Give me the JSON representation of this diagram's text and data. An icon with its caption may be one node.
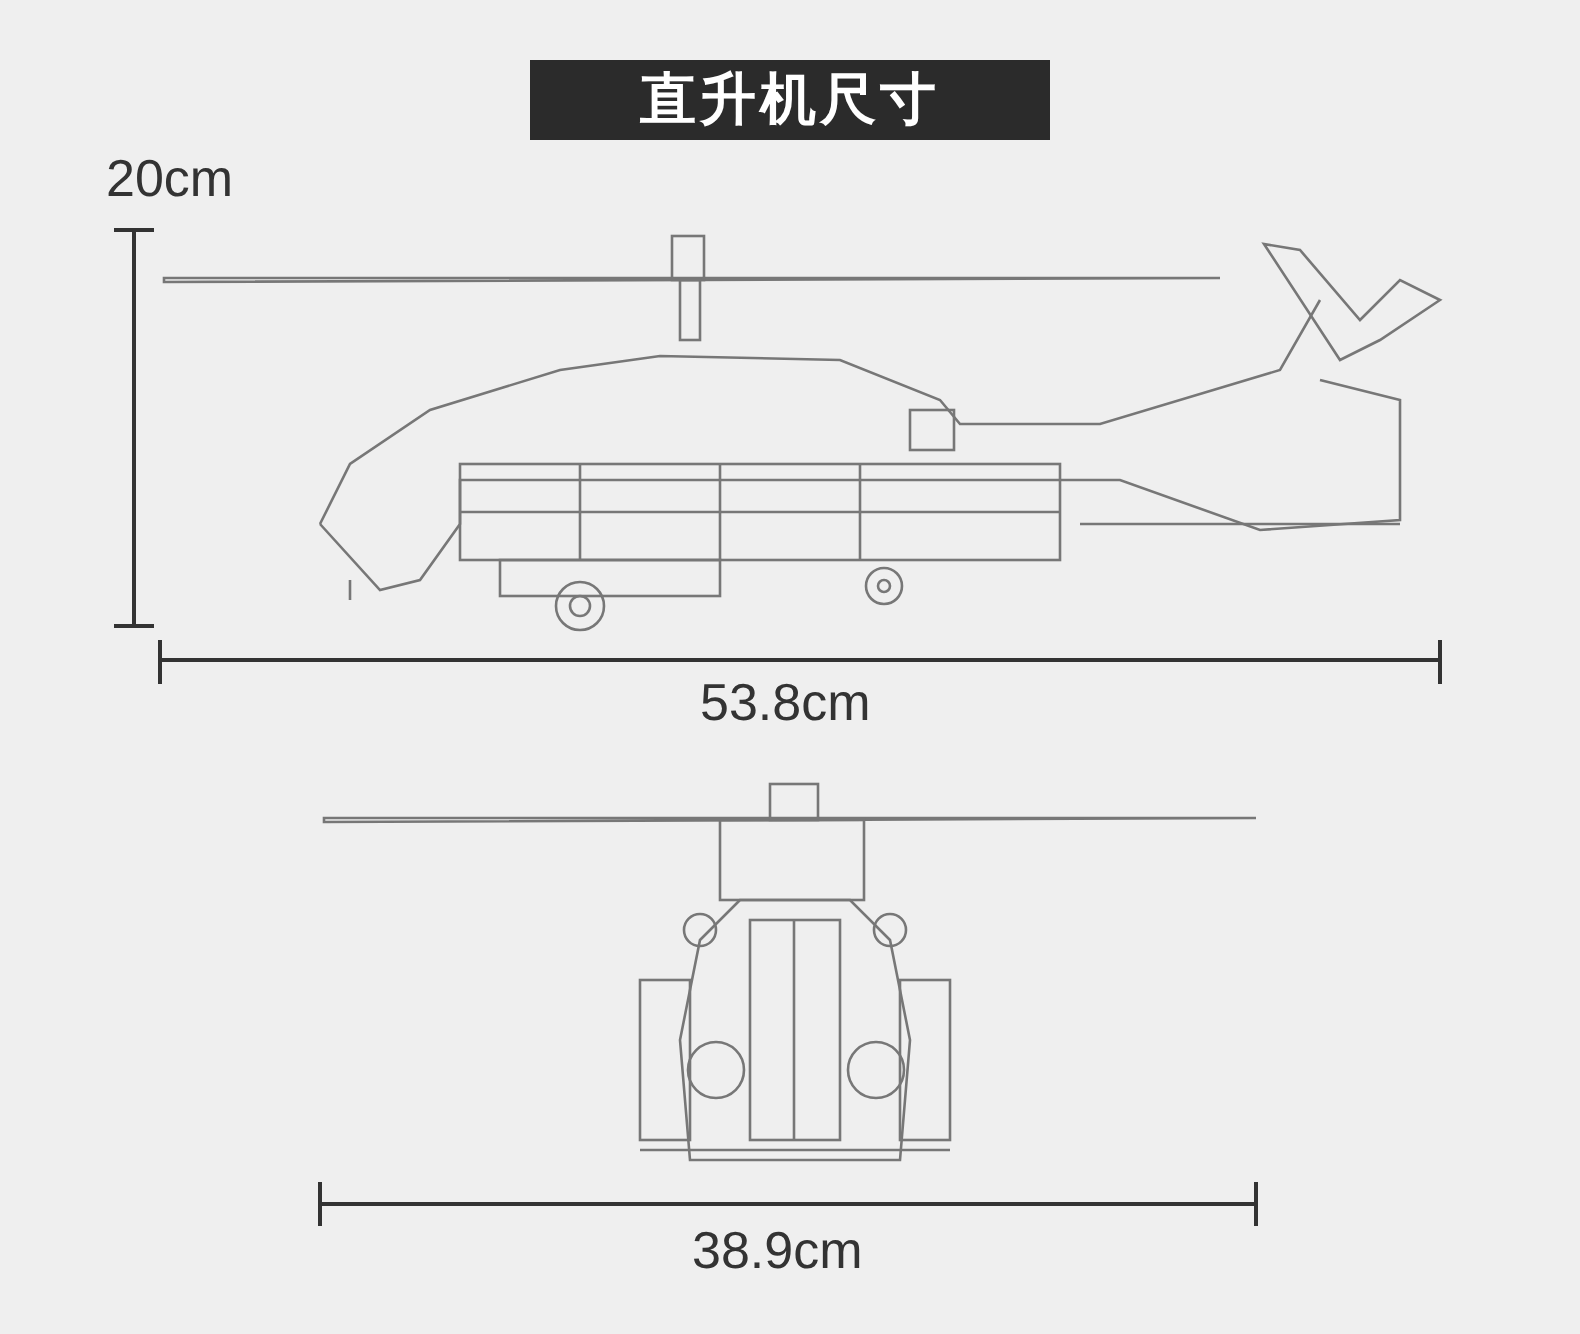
{
  "diagram": {
    "title": "直升机尺寸",
    "labels": [
      "20cm",
      "53.8cm",
      "38.9cm"
    ]
  }
}
